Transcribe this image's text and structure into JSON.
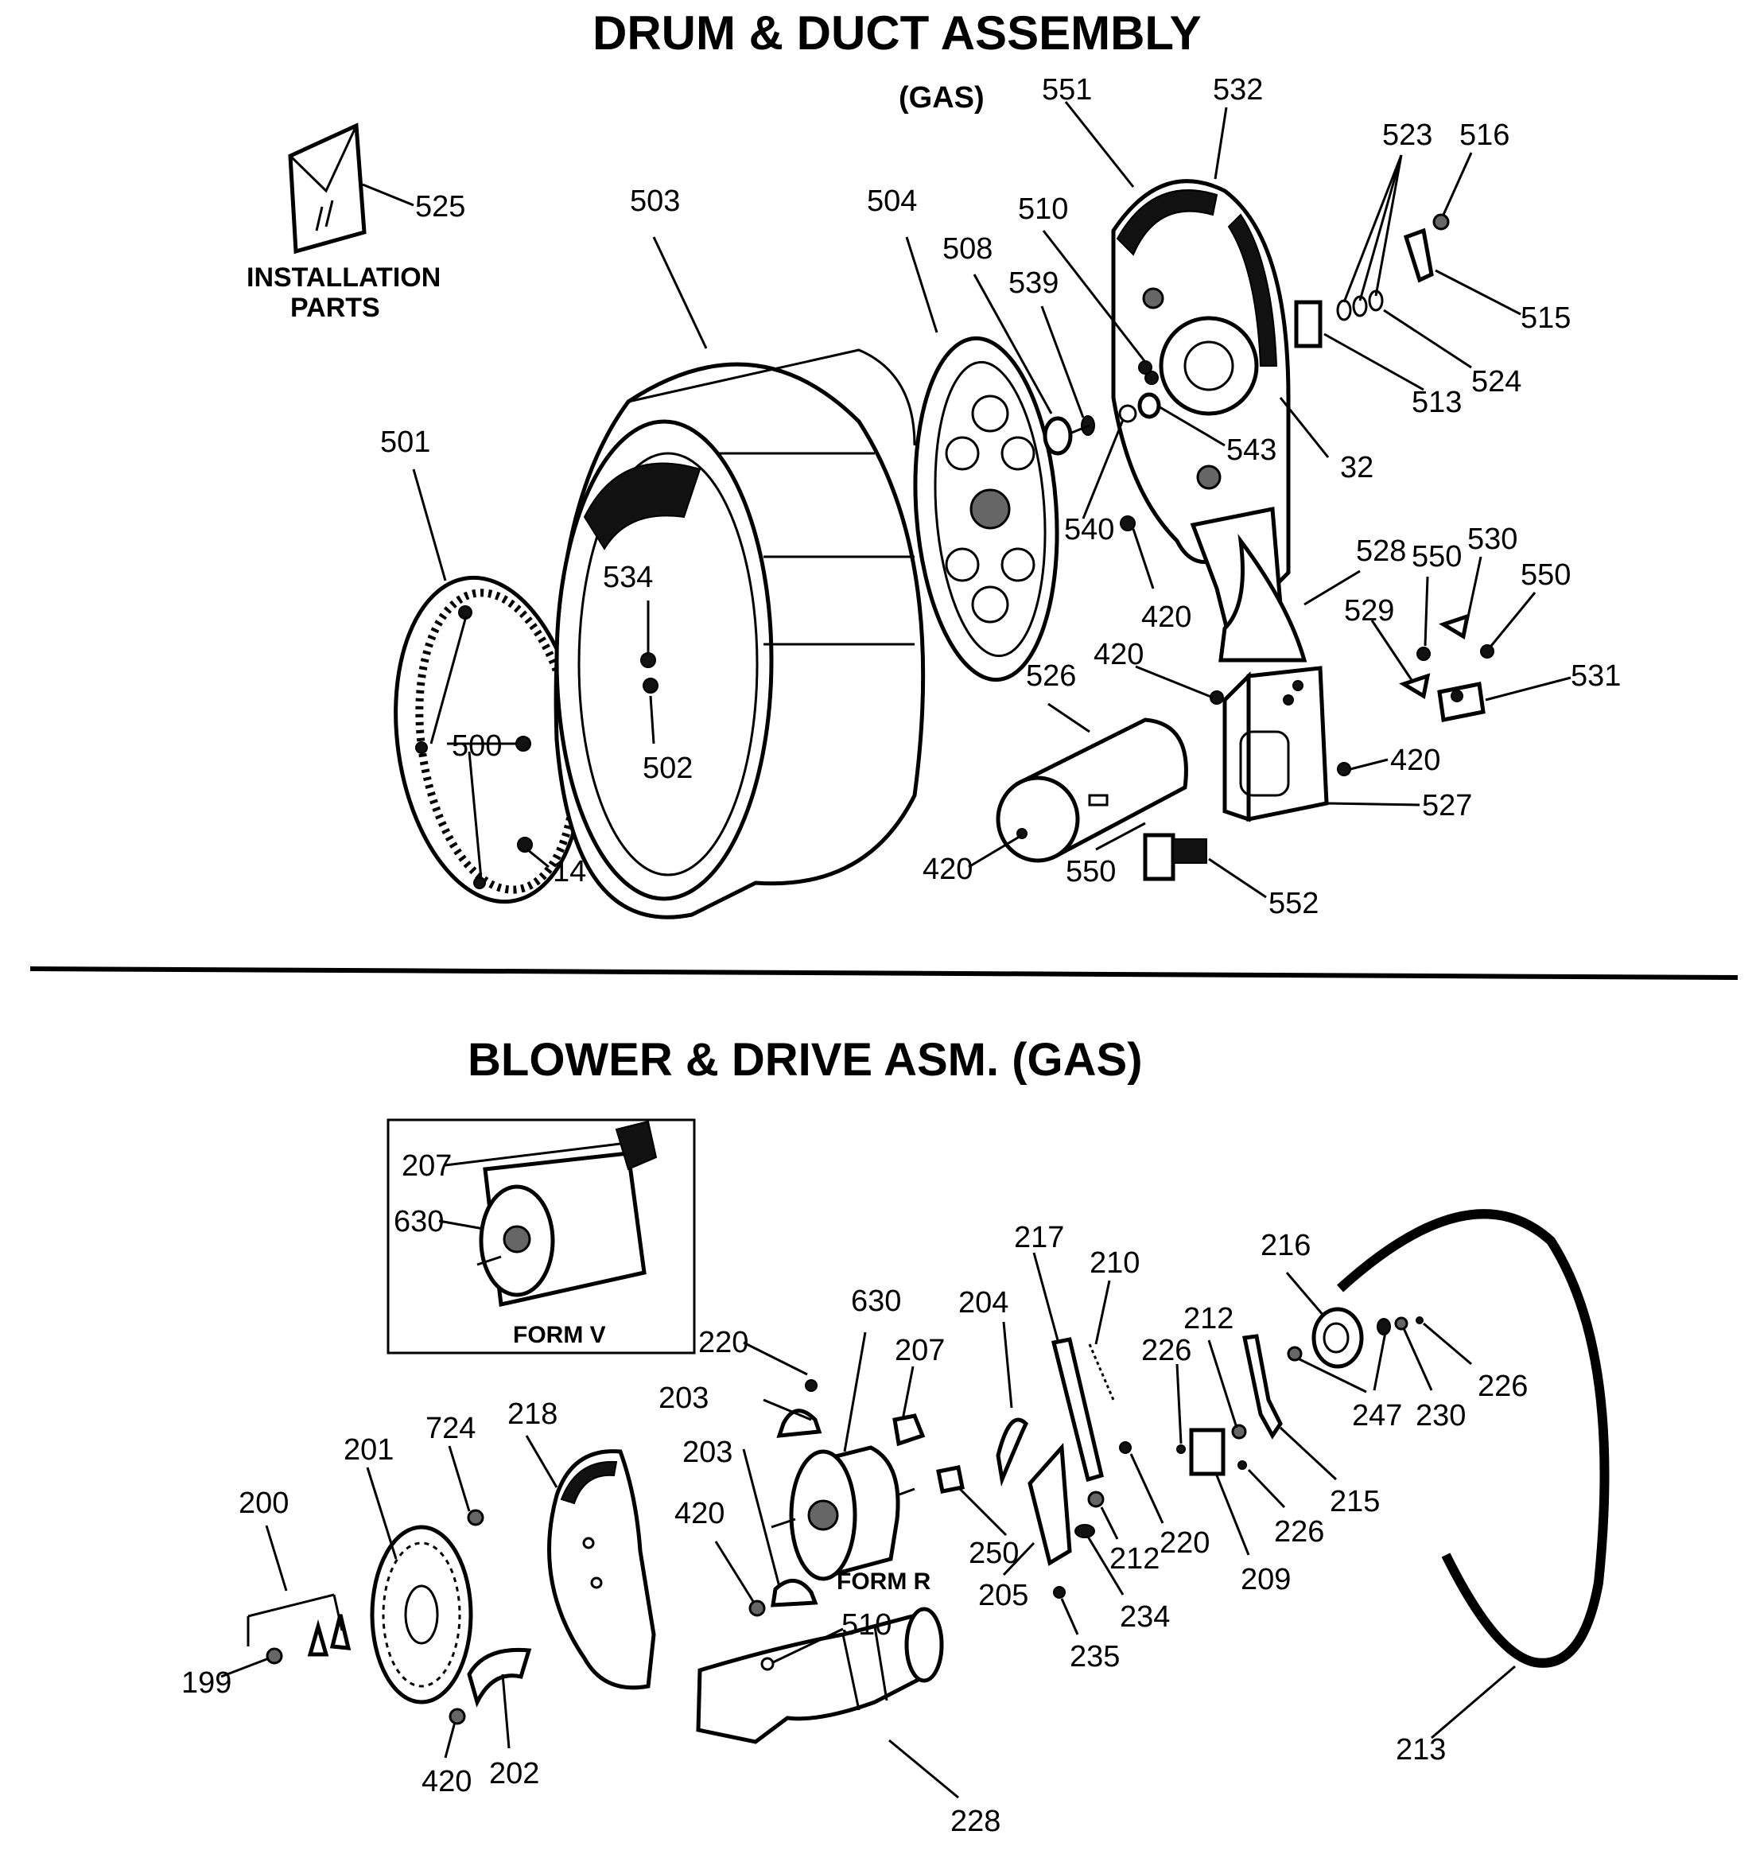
{
  "titles": {
    "drum": "DRUM & DUCT ASSEMBLY",
    "drum_sub": "(GAS)",
    "blower": "BLOWER & DRIVE ASM. (GAS)"
  },
  "captions": {
    "installation_line1": "INSTALLATION",
    "installation_line2": "PARTS",
    "form_v": "FORM V",
    "form_r": "FORM R"
  },
  "labels": {
    "l525": "525",
    "l503": "503",
    "l504": "504",
    "l508": "508",
    "l539": "539",
    "l510a": "510",
    "l551": "551",
    "l532": "532",
    "l523": "523",
    "l516": "516",
    "l515": "515",
    "l524": "524",
    "l513": "513",
    "l32": "32",
    "l543": "543",
    "l540": "540",
    "l420a": "420",
    "l501": "501",
    "l534": "534",
    "l500": "500",
    "l502": "502",
    "l14": "14",
    "l528": "528",
    "l550a": "550",
    "l530": "530",
    "l550b": "550",
    "l529": "529",
    "l531": "531",
    "l420b": "420",
    "l526": "526",
    "l420c": "420",
    "l527": "527",
    "l420d": "420",
    "l550c": "550",
    "l552": "552",
    "l207a": "207",
    "l630a": "630",
    "l630b": "630",
    "l220a": "220",
    "l204": "204",
    "l207b": "207",
    "l217": "217",
    "l210": "210",
    "l216": "216",
    "l212a": "212",
    "l226a": "226",
    "l203a": "203",
    "l203b": "203",
    "l420e": "420",
    "l250": "250",
    "l205": "205",
    "l212b": "212",
    "l220b": "220",
    "l234": "234",
    "l235": "235",
    "l209": "209",
    "l226b": "226",
    "l215": "215",
    "l247": "247",
    "l230": "230",
    "l226c": "226",
    "l200": "200",
    "l201": "201",
    "l724": "724",
    "l218": "218",
    "l199": "199",
    "l420f": "420",
    "l202": "202",
    "l510b": "510",
    "l228": "228",
    "l213": "213"
  }
}
